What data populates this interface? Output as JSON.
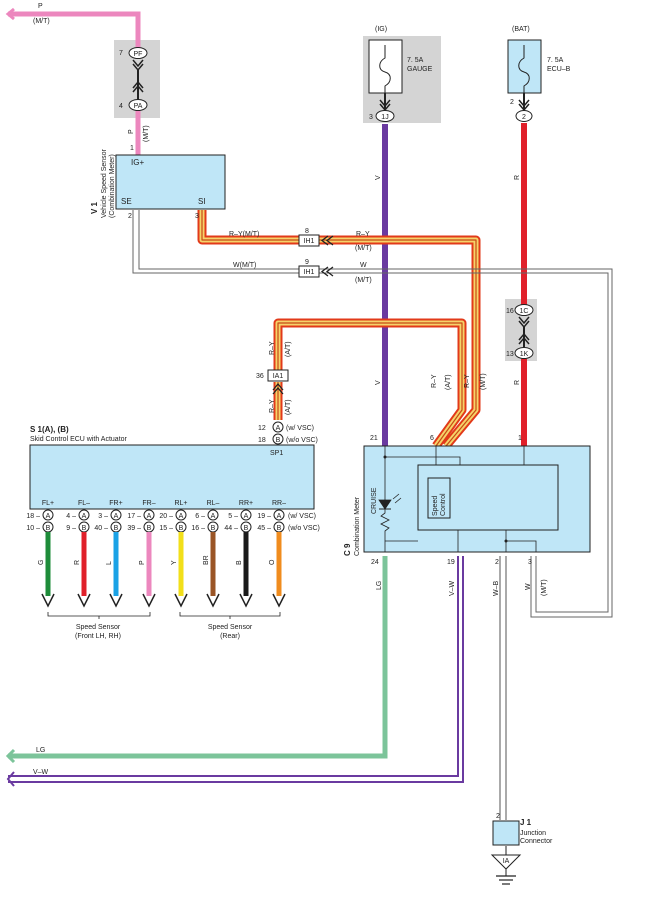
{
  "power_sources": {
    "ig": {
      "label": "(IG)",
      "fuse_line1": "7. 5A",
      "fuse_line2": "GAUGE",
      "pin": "3",
      "conn": "1J"
    },
    "bat": {
      "label": "(BAT)",
      "fuse_line1": "7. 5A",
      "fuse_line2": "ECU–B",
      "pin": "2",
      "conn": "2"
    }
  },
  "top_wire": {
    "color": "P",
    "note": "(M/T)"
  },
  "connectors": {
    "pf": {
      "pin": "7",
      "name": "PF"
    },
    "pa": {
      "pin": "4",
      "name": "PA"
    },
    "c1": {
      "pin": "16",
      "name": "1C"
    },
    "k1": {
      "pin": "13",
      "name": "1K"
    },
    "ih1_a": {
      "pin": "8",
      "name": "IH1"
    },
    "ih1_b": {
      "pin": "9",
      "name": "IH1"
    },
    "ia1": {
      "pin": "36",
      "name": "IA1"
    }
  },
  "vss": {
    "code": "V 1",
    "title_line1": "Vehicle Speed Sensor",
    "title_line2": "(Combination Meter)",
    "pin_top": "1",
    "wire_top_color": "P",
    "wire_top_note": "(M/T)",
    "term_ig": "IG+",
    "term_se": "SE",
    "term_si": "SI",
    "pin_se": "2",
    "pin_si": "3"
  },
  "wire_labels": {
    "ry_mt": "R–Y(M/T)",
    "w_mt": "W(M/T)",
    "ry": "R–Y",
    "w": "W",
    "mt": "(M/T)",
    "at": "(A/T)",
    "v": "V",
    "r": "R",
    "lg": "LG",
    "vw": "V–W",
    "wb": "W–B"
  },
  "ecu": {
    "code": "S 1(A), (B)",
    "title": "Skid Control ECU with Actuator",
    "sp1_pin_a": "12",
    "sp1_pin_b": "18",
    "sp1_conn_a": "A",
    "sp1_conn_b": "B",
    "sp1_note_a": "(w/ VSC)",
    "sp1_note_b": "(w/o VSC)",
    "sp1_label": "SP1",
    "terminals": [
      {
        "name": "FL+",
        "pa": "18",
        "pb": "10",
        "color": "G",
        "hex": "#1e8c3a"
      },
      {
        "name": "FL–",
        "pa": "4",
        "pb": "9",
        "color": "R",
        "hex": "#e0202a"
      },
      {
        "name": "FR+",
        "pa": "3",
        "pb": "40",
        "color": "L",
        "hex": "#1aa2e6"
      },
      {
        "name": "FR–",
        "pa": "17",
        "pb": "39",
        "color": "P",
        "hex": "#ec87be"
      },
      {
        "name": "RL+",
        "pa": "20",
        "pb": "15",
        "color": "Y",
        "hex": "#f2df1a"
      },
      {
        "name": "RL–",
        "pa": "6",
        "pb": "16",
        "color": "BR",
        "hex": "#9a5526"
      },
      {
        "name": "RR+",
        "pa": "5",
        "pb": "44",
        "color": "B",
        "hex": "#1a1a1a"
      },
      {
        "name": "RR–",
        "pa": "19",
        "pb": "45",
        "color": "O",
        "hex": "#f08c1e"
      }
    ],
    "pin_note_a": "(w/ VSC)",
    "pin_note_b": "(w/o VSC)",
    "conn_a": "A",
    "conn_b": "B",
    "speed_sensor_front": "Speed Sensor",
    "speed_sensor_front_sub": "(Front LH,  RH)",
    "speed_sensor_rear": "Speed Sensor",
    "speed_sensor_rear_sub": "(Rear)"
  },
  "meter": {
    "code": "C 9",
    "title": "Combination Meter",
    "cruise": "CRUISE",
    "speed_control_line1": "Speed",
    "speed_control_line2": "Control",
    "pin_21": "21",
    "pin_6": "6",
    "pin_1": "1",
    "pin_24": "24",
    "pin_19": "19",
    "pin_2": "2",
    "pin_3": "3"
  },
  "junction": {
    "code": "J 1",
    "title_line1": "Junction",
    "title_line2": "Connector",
    "pin": "2",
    "ground": "IA"
  },
  "colors": {
    "pink": "#ec87be",
    "purple": "#6a3aa0",
    "red": "#e0202a",
    "green": "#7cc49a",
    "shielded_core": "#e23a1a",
    "shielded_mid": "#f5d36a",
    "component_fill": "#bfe6f7",
    "fuse_bg": "#d4d4d4"
  }
}
